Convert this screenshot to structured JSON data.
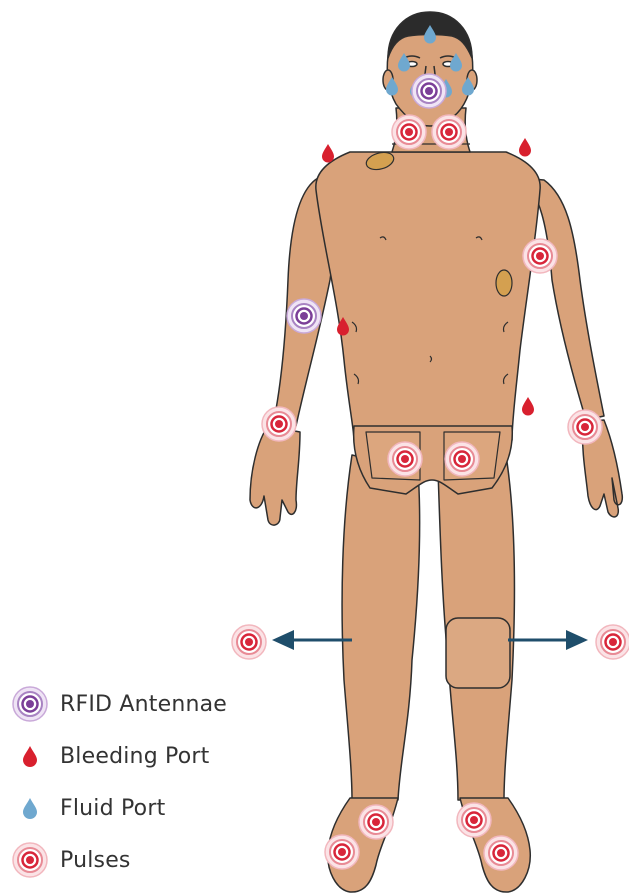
{
  "colors": {
    "skin": "#d9a27a",
    "skin_shadow": "#c88e67",
    "outline": "#2e2e2e",
    "hair": "#2b2b2b",
    "pulse": "#d8263a",
    "pulse_ring": "#f2b7be",
    "rfid": "#7b3f98",
    "rfid_ring": "#c9a9d9",
    "bleeding": "#d8202e",
    "fluid": "#6fa8cf",
    "arrow": "#1f4e6b",
    "sensor_pad": "#d4a050"
  },
  "legend": {
    "rfid_label": "RFID Antennae",
    "bleeding_label": "Bleeding Port",
    "fluid_label": "Fluid Port",
    "pulses_label": "Pulses",
    "rfid_icon": "rfid-antenna-icon",
    "bleeding_icon": "blood-drop-icon",
    "fluid_icon": "water-drop-icon",
    "pulses_icon": "pulse-target-icon"
  }
}
